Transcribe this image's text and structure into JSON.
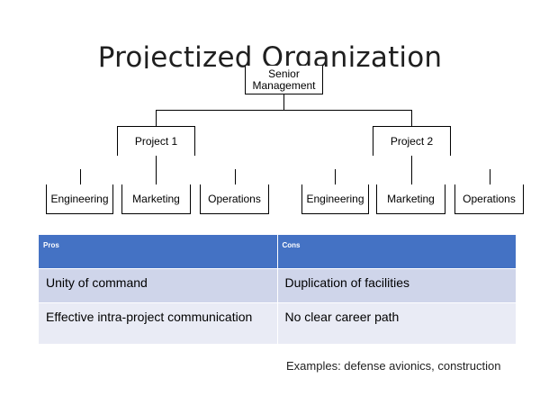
{
  "slide": {
    "title": "Projectized Organization"
  },
  "org_chart": {
    "root": {
      "line1": "Senior",
      "line2": "Management"
    },
    "projects": [
      {
        "label": "Project 1",
        "departments": [
          "Engineering",
          "Marketing",
          "Operations"
        ]
      },
      {
        "label": "Project 2",
        "departments": [
          "Engineering",
          "Marketing",
          "Operations"
        ]
      }
    ]
  },
  "table": {
    "headers": [
      "Pros",
      "Cons"
    ],
    "rows": [
      [
        "Unity of command",
        "Duplication of facilities"
      ],
      [
        "Effective intra-project communication",
        "No clear career path"
      ]
    ],
    "colors": {
      "header": "#4472c4",
      "row_odd": "#cfd5ea",
      "row_even": "#e9ebf5"
    }
  },
  "examples": "Examples: defense avionics, construction"
}
